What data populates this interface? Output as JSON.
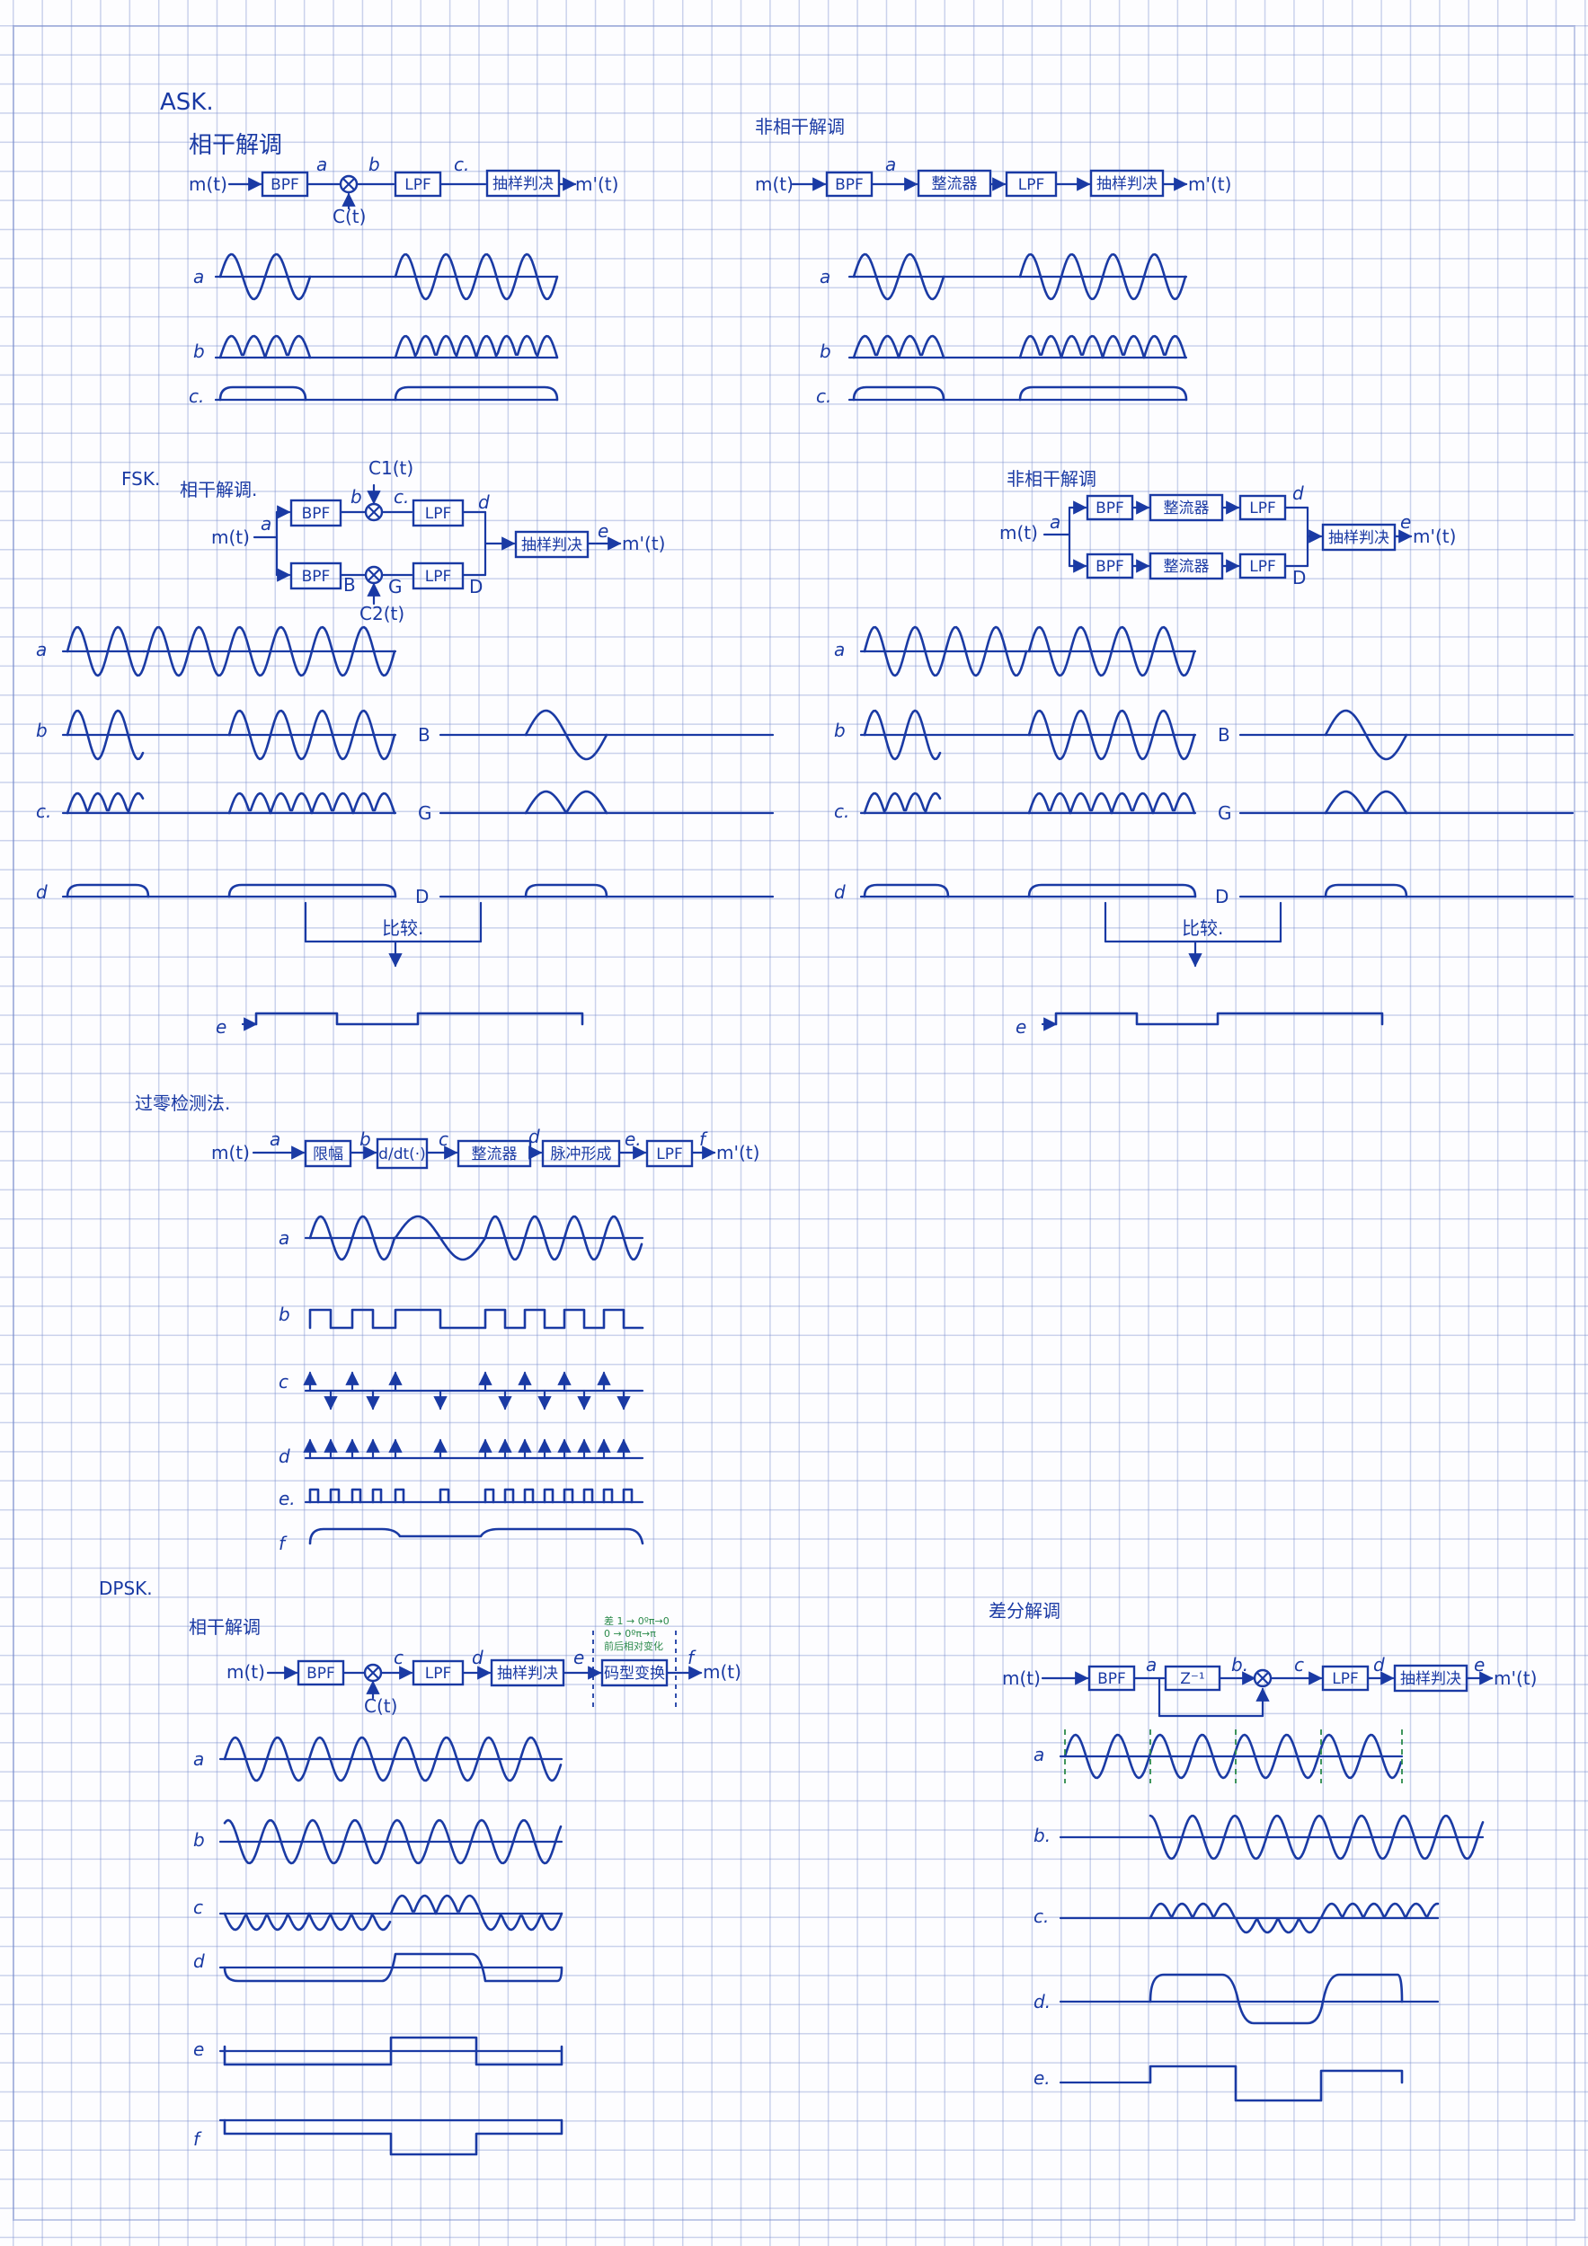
{
  "sections": {
    "ask": "ASK.",
    "fsk": "FSK.",
    "zero_crossing": "过零检测法.",
    "dpsk": "DPSK."
  },
  "methods": {
    "coherent": "相干解调",
    "coherent_fsk": "相干解调.",
    "noncoherent": "非相干解调",
    "differential": "差分解调"
  },
  "blocks": {
    "bpf": "BPF",
    "lpf": "LPF",
    "sampler": "抽样判决",
    "rectifier": "整流器",
    "limiter": "限幅",
    "differentiator": "d/dt(·)",
    "pulse_shaper": "脉冲形成",
    "code_converter": "码型变换",
    "delay": "Z⁻¹"
  },
  "signals": {
    "input": "m(t)",
    "output": "m'(t)",
    "output_plain": "m(t)",
    "carrier": "C(t)",
    "carrier_1": "C1(t)",
    "carrier_2": "C2(t)"
  },
  "compare": "比较.",
  "code_note": [
    "差 1 → 0ºπ→0",
    "0 → 0ºπ→π",
    "前后相对变化"
  ],
  "point_labels": {
    "ask": [
      "a",
      "b",
      "c."
    ],
    "fsk_left": [
      "a",
      "b",
      "c.",
      "d"
    ],
    "fsk_right": [
      "B",
      "G",
      "D"
    ],
    "fsk_out": "e",
    "zc": [
      "a",
      "b",
      "c",
      "d",
      "e.",
      "f"
    ],
    "dpsk_coh": [
      "a",
      "b",
      "c",
      "d",
      "e",
      "f"
    ],
    "dpsk_diff": [
      "a",
      "b.",
      "c.",
      "d.",
      "e."
    ]
  }
}
